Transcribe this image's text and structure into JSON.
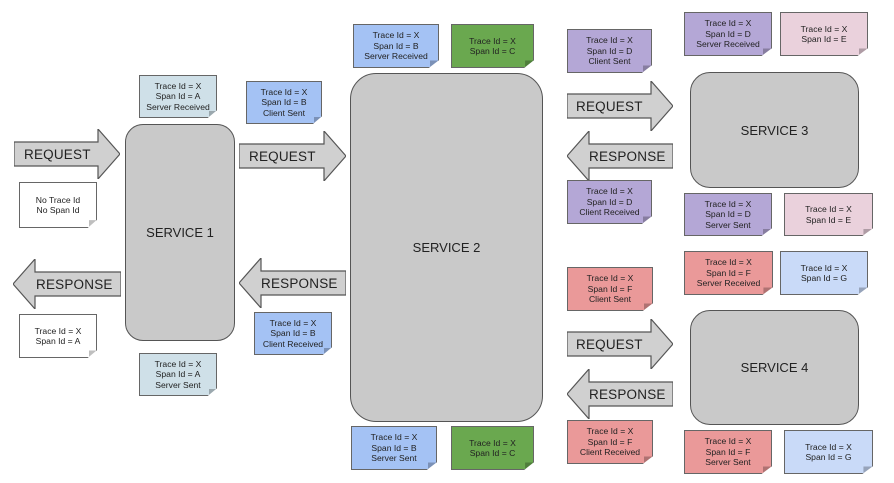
{
  "services": {
    "s1": "SERVICE 1",
    "s2": "SERVICE 2",
    "s3": "SERVICE 3",
    "s4": "SERVICE 4"
  },
  "arrows": {
    "request": "REQUEST",
    "response": "RESPONSE"
  },
  "notes": {
    "n1": {
      "l1": "No Trace Id",
      "l2": "No Span Id"
    },
    "n2": {
      "l1": "Trace Id = X",
      "l2": "Span Id = A"
    },
    "n3": {
      "l1": "Trace Id = X",
      "l2": "Span Id = A",
      "l3": "Server Received"
    },
    "n4": {
      "l1": "Trace Id = X",
      "l2": "Span Id = A",
      "l3": "Server Sent"
    },
    "n5": {
      "l1": "Trace Id = X",
      "l2": "Span Id = B",
      "l3": "Client Sent"
    },
    "n6": {
      "l1": "Trace Id = X",
      "l2": "Span Id = B",
      "l3": "Client Received"
    },
    "n7": {
      "l1": "Trace Id = X",
      "l2": "Span Id = B",
      "l3": "Server Received"
    },
    "n8": {
      "l1": "Trace Id = X",
      "l2": "Span Id = C"
    },
    "n9": {
      "l1": "Trace Id = X",
      "l2": "Span Id = B",
      "l3": "Server Sent"
    },
    "n10": {
      "l1": "Trace Id = X",
      "l2": "Span Id = C"
    },
    "n11": {
      "l1": "Trace Id = X",
      "l2": "Span Id = D",
      "l3": "Client Sent"
    },
    "n12": {
      "l1": "Trace Id = X",
      "l2": "Span Id = D",
      "l3": "Client Received"
    },
    "n13": {
      "l1": "Trace Id = X",
      "l2": "Span Id = D",
      "l3": "Server Received"
    },
    "n14": {
      "l1": "Trace Id = X",
      "l2": "Span Id = E"
    },
    "n15": {
      "l1": "Trace Id = X",
      "l2": "Span Id = D",
      "l3": "Server Sent"
    },
    "n16": {
      "l1": "Trace Id = X",
      "l2": "Span Id = E"
    },
    "n17": {
      "l1": "Trace Id = X",
      "l2": "Span Id = F",
      "l3": "Client Sent"
    },
    "n18": {
      "l1": "Trace Id = X",
      "l2": "Span Id = F",
      "l3": "Client Received"
    },
    "n19": {
      "l1": "Trace Id = X",
      "l2": "Span Id = F",
      "l3": "Server Received"
    },
    "n20": {
      "l1": "Trace Id = X",
      "l2": "Span Id = G"
    },
    "n21": {
      "l1": "Trace Id = X",
      "l2": "Span Id = F",
      "l3": "Server Sent"
    },
    "n22": {
      "l1": "Trace Id = X",
      "l2": "Span Id = G"
    }
  },
  "colors": {
    "white": "#ffffff",
    "lightblue": "#cfe0e8",
    "blue": "#a4c2f4",
    "green": "#6aa84f",
    "purple": "#b4a7d6",
    "pink": "#ead1dc",
    "red": "#ea9999",
    "paleblue": "#c9daf8",
    "service_fill": "#c9c9c9",
    "arrow_fill": "#d0d0d0"
  }
}
